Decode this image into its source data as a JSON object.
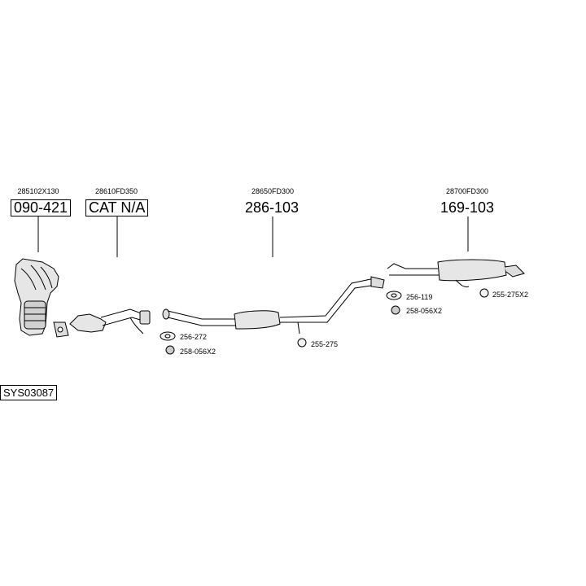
{
  "parts": [
    {
      "oe": "285102X130",
      "code": "090-421"
    },
    {
      "oe": "28610FD350",
      "code": "CAT N/A"
    },
    {
      "oe": "28650FD300",
      "code": "286-103"
    },
    {
      "oe": "28700FD300",
      "code": "169-103"
    }
  ],
  "fittings": [
    "256-272",
    "258-056X2",
    "255-275",
    "256-119",
    "258-056X2",
    "255-275X2"
  ],
  "system_code": "SYS03087"
}
